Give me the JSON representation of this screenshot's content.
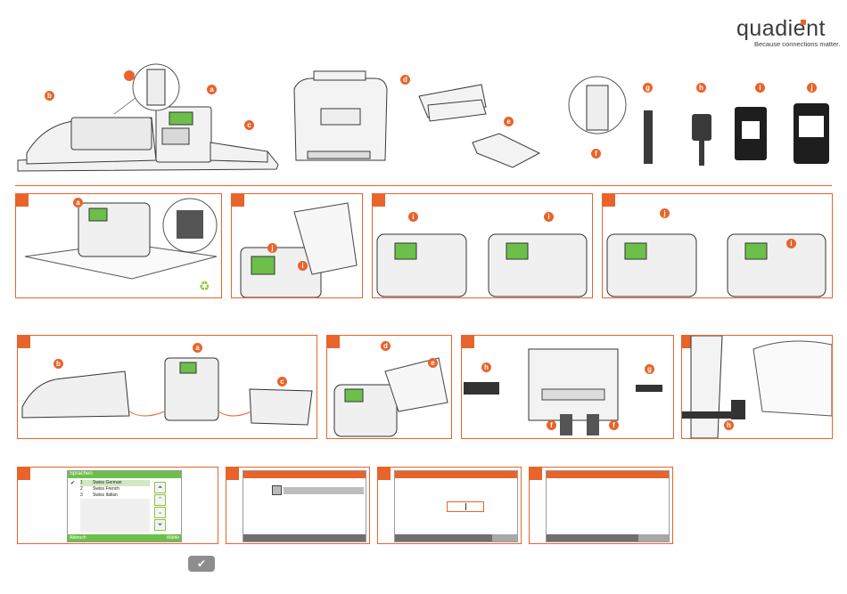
{
  "logo": {
    "word": "quadient",
    "tagline": "Because connections matter."
  },
  "parts": {
    "top": [
      "a",
      "b",
      "c",
      "d",
      "e",
      "f",
      "g",
      "h",
      "i",
      "j"
    ]
  },
  "step_panels": {
    "p1_labels": [
      "a"
    ],
    "p2_labels": [
      "j",
      "i"
    ],
    "p3_labels": [
      "i",
      "i"
    ],
    "p4_labels": [
      "j",
      "i"
    ],
    "p5_labels": [
      "a",
      "b",
      "c"
    ],
    "p6_labels": [
      "d",
      "e"
    ],
    "p7_labels": [
      "h",
      "g",
      "f",
      "f"
    ],
    "p8_labels": [
      "h"
    ]
  },
  "language_screen": {
    "title": "Sprachen",
    "rows": [
      {
        "num": "1",
        "label": "Swiss German"
      },
      {
        "num": "2",
        "label": "Swiss French"
      },
      {
        "num": "3",
        "label": "Swiss Italian"
      }
    ],
    "left_action": "Abbruch",
    "right_action": "Wähle",
    "check_glyph": "✔",
    "scroll_glyphs": [
      "⏶",
      "⌃",
      "⌄",
      "⏷"
    ]
  },
  "ok_button": {
    "glyph": "✔"
  },
  "colors": {
    "accent": "#e8642b",
    "screen_green": "#6cc04a",
    "footer_gray": "#6f6f6f"
  }
}
